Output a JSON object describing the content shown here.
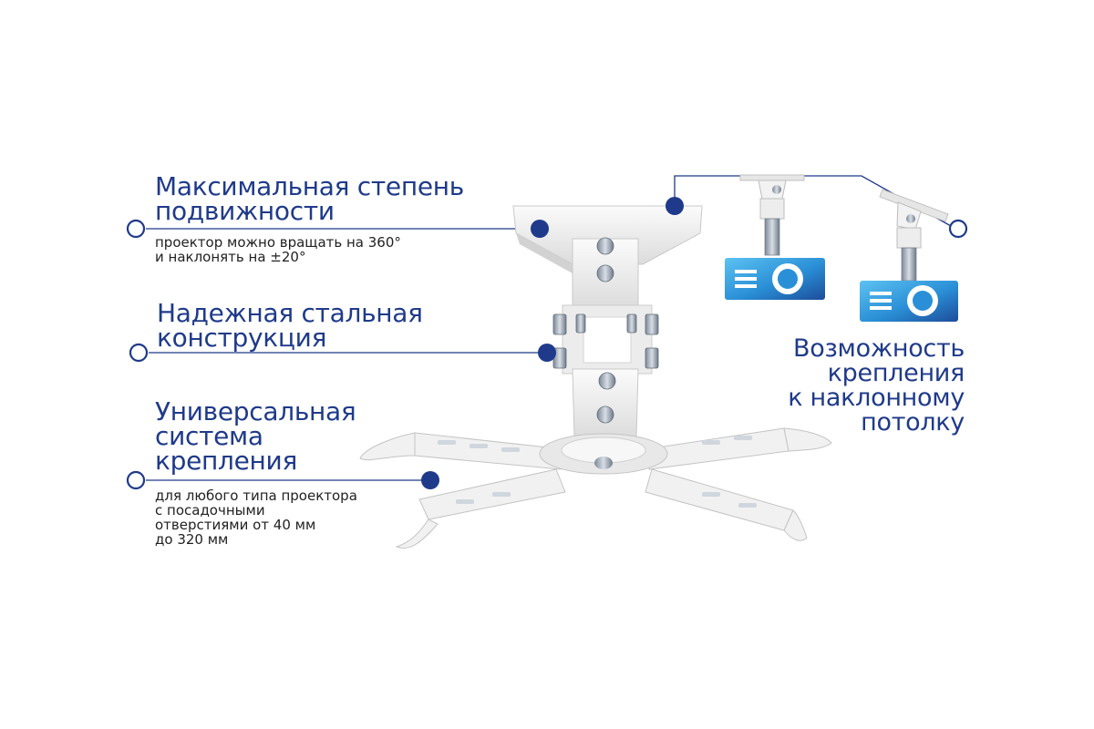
{
  "features": {
    "mobility": {
      "title_lines": [
        "Максимальная степень",
        "подвижности"
      ],
      "description_lines": [
        "проектор можно вращать на 360°",
        "и наклонять на  ±20°"
      ]
    },
    "steel": {
      "title_lines": [
        "Надежная стальная",
        "конструкция"
      ]
    },
    "universal": {
      "title_lines": [
        "Универсальная",
        "система",
        "крепления"
      ],
      "description_lines": [
        "для любого типа проектора",
        "с посадочными",
        "отверстиями от 40 мм",
        "до 320 мм"
      ]
    },
    "slope": {
      "title_lines": [
        "Возможность",
        "крепления",
        "к наклонному",
        "потолку"
      ]
    }
  },
  "icons": {
    "mount_bracket": "ceiling-mount-bracket-icon",
    "projector": "projector-icon"
  },
  "colors": {
    "accent": "#1f3a8a",
    "text": "#222222",
    "mount_white": "#f2f2f2",
    "bolt_metal": "#9aa6b4",
    "projector_blue": "#2a8fd6"
  }
}
